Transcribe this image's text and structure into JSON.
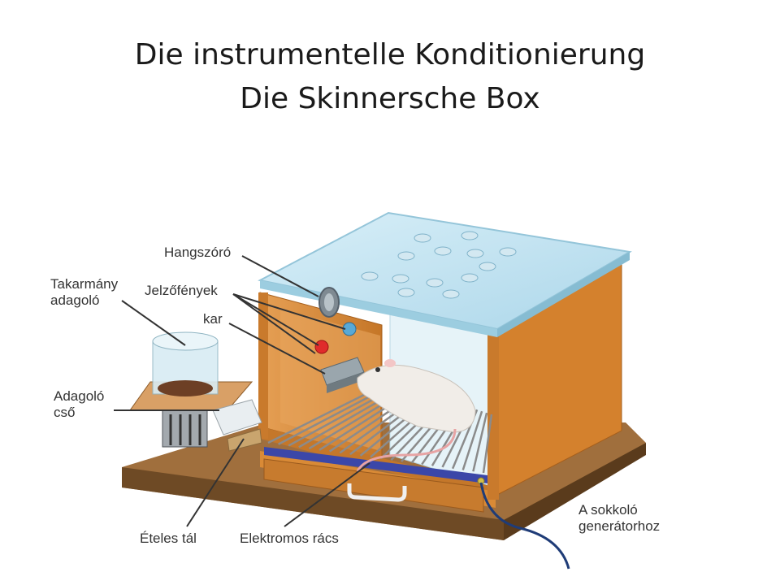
{
  "slide": {
    "title_line1": "Die instrumentelle Konditionierung",
    "title_line2": "Die Skinnersche Box"
  },
  "labels": {
    "speaker": "Hangszóró",
    "feeder_line1": "Takarmány",
    "feeder_line2": "adagoló",
    "signal_lights": "Jelzőfények",
    "lever": "kar",
    "tube_line1": "Adagoló",
    "tube_line2": "cső",
    "food_tray": "Ételes tál",
    "grid": "Elektromos rács",
    "generator_line1": "A sokkoló",
    "generator_line2": "generátorhoz"
  },
  "colors": {
    "wood": "#d98a36",
    "wood_dark": "#b8691f",
    "base": "#9a6a3a",
    "glass": "#bfe3f2",
    "grid_bar": "#8b8b8b",
    "light_red": "#e02b2b",
    "light_blue": "#58a9d6"
  }
}
